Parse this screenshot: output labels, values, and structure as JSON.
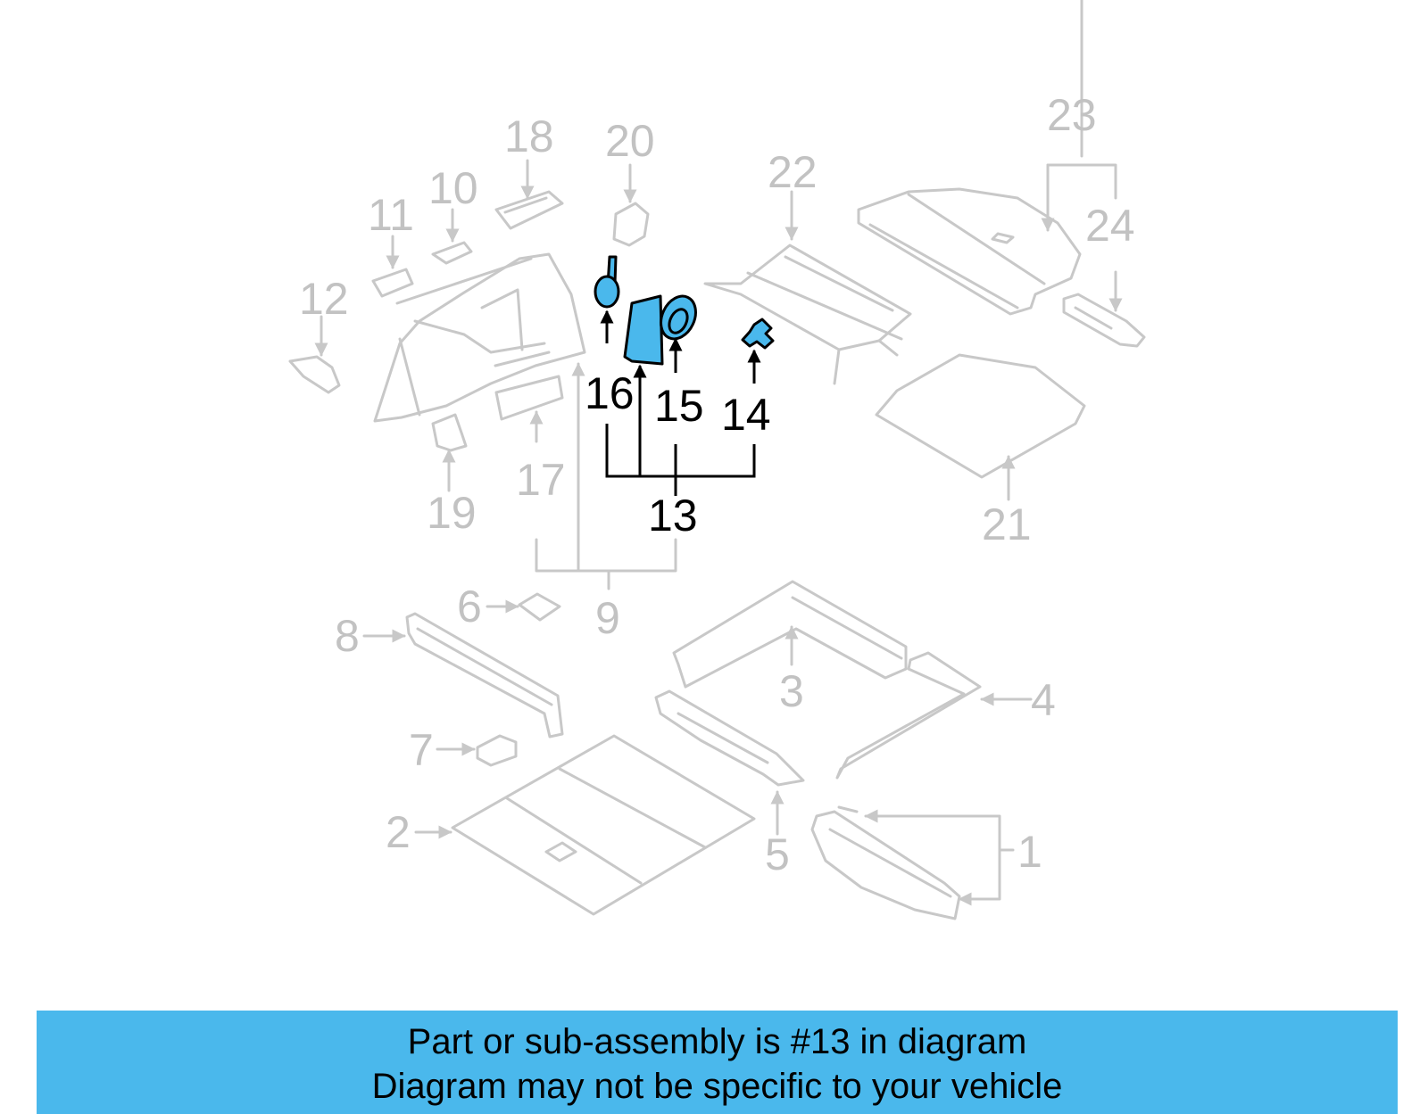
{
  "diagram": {
    "highlight_color": "#4ab8ec",
    "selected_part": "13",
    "callouts": {
      "p1": "1",
      "p2": "2",
      "p3": "3",
      "p4": "4",
      "p5": "5",
      "p6": "6",
      "p7": "7",
      "p8": "8",
      "p9": "9",
      "p10": "10",
      "p11": "11",
      "p12": "12",
      "p13": "13",
      "p14": "14",
      "p15": "15",
      "p16": "16",
      "p17": "17",
      "p18": "18",
      "p19": "19",
      "p20": "20",
      "p21": "21",
      "p22": "22",
      "p23": "23",
      "p24": "24"
    }
  },
  "banner": {
    "background": "#4ab8ec",
    "line1": "Part or sub-assembly is #13 in diagram",
    "line2": "Diagram may not be specific to your vehicle"
  }
}
